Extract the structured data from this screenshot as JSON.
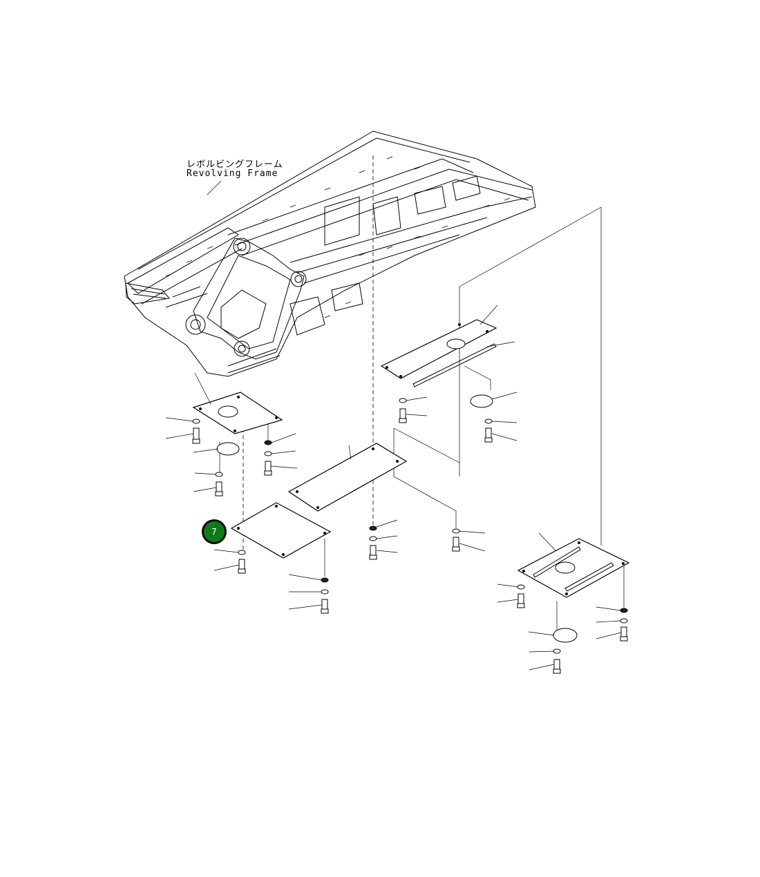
{
  "frame_label": {
    "japanese": "レボルビングフレーム",
    "english": "Revolving Frame"
  },
  "callout": {
    "number": "7",
    "color": "#0f7a18"
  }
}
